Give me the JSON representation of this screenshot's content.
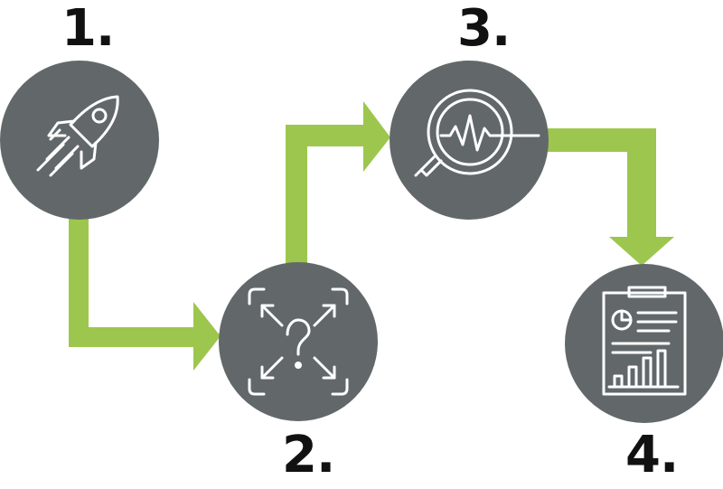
{
  "steps": [
    {
      "number": "1.",
      "icon": "rocket-icon"
    },
    {
      "number": "2.",
      "icon": "question-expand-icon"
    },
    {
      "number": "3.",
      "icon": "magnifier-pulse-icon"
    },
    {
      "number": "4.",
      "icon": "report-chart-icon"
    }
  ],
  "colors": {
    "arrow": "#9dc64e",
    "circle": "#62686a",
    "icon_stroke": "#ffffff",
    "number": "#111111"
  }
}
